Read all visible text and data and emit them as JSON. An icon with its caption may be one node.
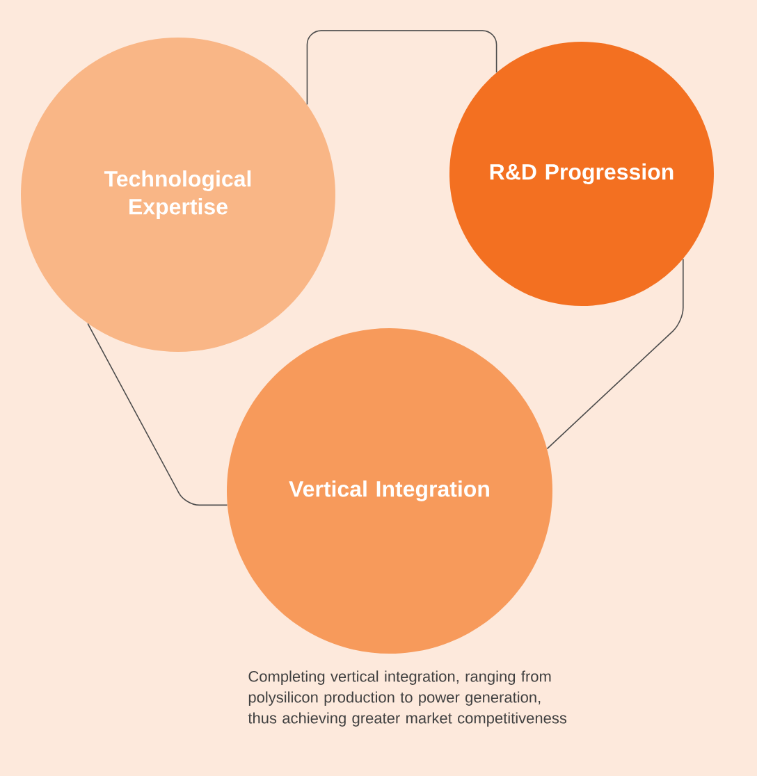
{
  "diagram": {
    "nodes": [
      {
        "text": [
          "Technological Expertise"
        ]
      },
      {
        "text": [
          "R&D Progression"
        ]
      },
      {
        "text": [
          "Vertical Integration"
        ],
        "beside": [
          "Completing vertical integration, ranging from polysilicon production to power generation, thus achieving greater market competitiveness"
        ]
      }
    ],
    "edges": [
      {
        "from": 0,
        "to": 1,
        "arrow": "none"
      },
      {
        "from": 1,
        "to": 2,
        "arrow": "none"
      },
      {
        "from": 2,
        "to": 0,
        "arrow": "none"
      }
    ]
  }
}
